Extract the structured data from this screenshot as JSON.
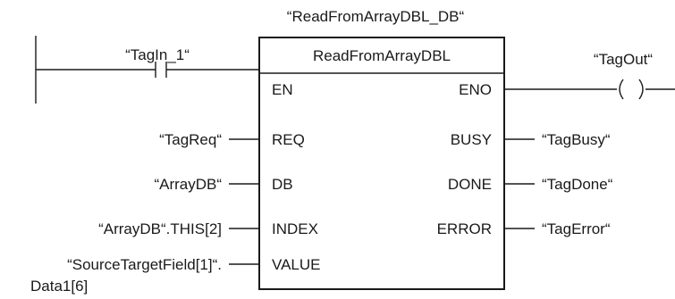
{
  "instance_db": "“ReadFromArrayDBL_DB“",
  "block": {
    "name": "ReadFromArrayDBL",
    "inputs": {
      "en": "EN",
      "req": "REQ",
      "db": "DB",
      "index": "INDEX",
      "value": "VALUE"
    },
    "outputs": {
      "eno": "ENO",
      "busy": "BUSY",
      "done": "DONE",
      "error": "ERROR"
    }
  },
  "contact": {
    "tag": "“TagIn_1“"
  },
  "coil": {
    "tag": "“TagOut“",
    "symbol": "( )"
  },
  "params": {
    "req": "“TagReq“",
    "db": "“ArrayDB“",
    "index": "“ArrayDB“.THIS[2]",
    "value_line1": "“SourceTargetField[1]“.",
    "value_line2": "Data1[6]",
    "busy": "“TagBusy“",
    "done": "“TagDone“",
    "error": "“TagError“"
  }
}
